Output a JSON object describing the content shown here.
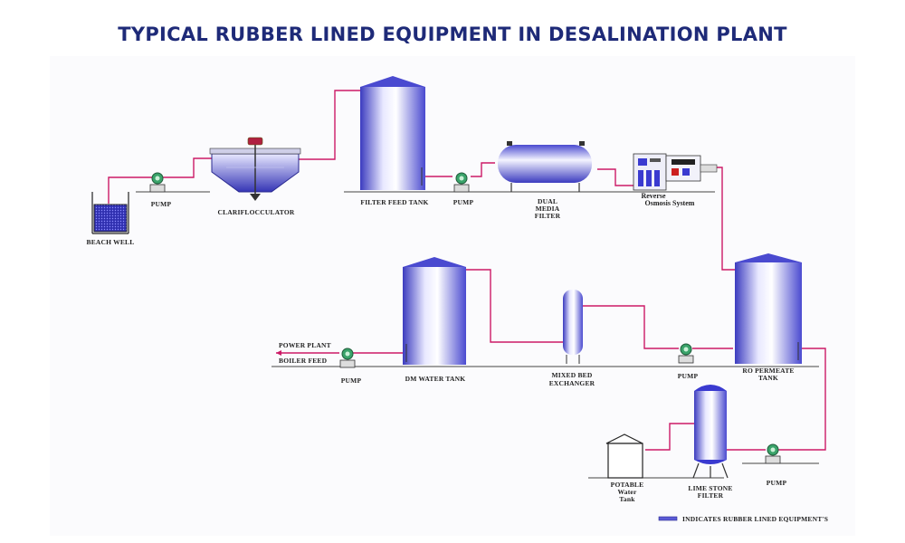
{
  "title": "TYPICAL RUBBER LINED EQUIPMENT IN DESALINATION PLANT",
  "labels": {
    "beach_well": "BEACH WELL",
    "pump1": "PUMP",
    "clarifier": "CLARIFLOCCULATOR",
    "filter_feed_tank": "FILTER  FEED  TANK",
    "pump2": "PUMP",
    "dmf_line1": "DUAL",
    "dmf_line2": "MEDIA",
    "dmf_line3": "FILTER",
    "ro_line1": "Reverse",
    "ro_line2": "Osmosis  System",
    "power_plant": "POWER  PLANT",
    "boiler_feed": "BOILER  FEED",
    "pump3": "PUMP",
    "dm_tank": "DM  WATER  TANK",
    "mbe_line1": "MIXED  BED",
    "mbe_line2": "EXCHANGER",
    "pump4": "PUMP",
    "ro_tank_line1": "RO  PERMEATE",
    "ro_tank_line2": "TANK",
    "potable_line1": "POTABLE",
    "potable_line2": "Water",
    "potable_line3": "Tank",
    "lsf_line1": "LIME  STONE",
    "lsf_line2": "FILTER",
    "pump5": "PUMP",
    "legend": "INDICATES  RUBBER  LINED  EQUIPMENT'S"
  },
  "colors": {
    "title": "#1e2a78",
    "equipment": "#5b5bd6",
    "pipe": "#cc1a66",
    "pump": "#3aa36a"
  }
}
